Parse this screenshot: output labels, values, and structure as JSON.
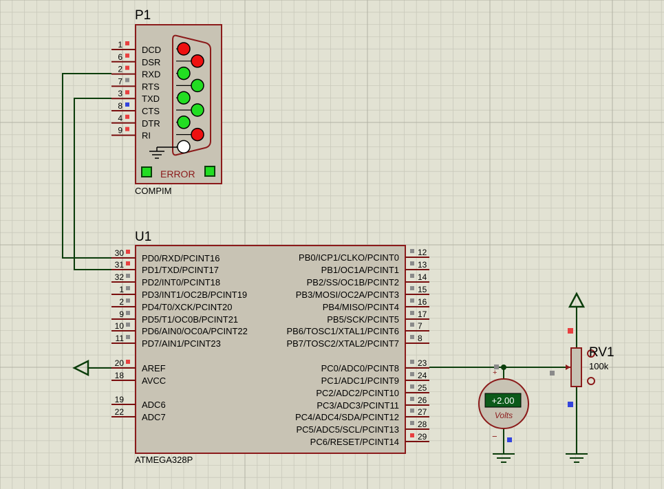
{
  "p1": {
    "ref": "P1",
    "part": "COMPIM",
    "error_label": "ERROR",
    "pins": [
      {
        "num": "1",
        "name": "DCD",
        "led": "red",
        "marker": "red"
      },
      {
        "num": "6",
        "name": "DSR",
        "led": "red",
        "marker": "red"
      },
      {
        "num": "2",
        "name": "RXD",
        "led": "green",
        "marker": "red"
      },
      {
        "num": "7",
        "name": "RTS",
        "led": "green",
        "marker": "gray"
      },
      {
        "num": "3",
        "name": "TXD",
        "led": "green",
        "marker": "red"
      },
      {
        "num": "8",
        "name": "CTS",
        "led": "green",
        "marker": "blue"
      },
      {
        "num": "4",
        "name": "DTR",
        "led": "green",
        "marker": "red"
      },
      {
        "num": "9",
        "name": "RI",
        "led": "red",
        "marker": "red"
      }
    ],
    "extra_led": "off"
  },
  "u1": {
    "ref": "U1",
    "part": "ATMEGA328P",
    "left_pins": [
      {
        "num": "30",
        "name": "PD0/RXD/PCINT16",
        "marker": "red"
      },
      {
        "num": "31",
        "name": "PD1/TXD/PCINT17",
        "marker": "red"
      },
      {
        "num": "32",
        "name": "PD2/INT0/PCINT18",
        "marker": "gray"
      },
      {
        "num": "1",
        "name": "PD3/INT1/OC2B/PCINT19",
        "marker": "gray"
      },
      {
        "num": "2",
        "name": "PD4/T0/XCK/PCINT20",
        "marker": "gray"
      },
      {
        "num": "9",
        "name": "PD5/T1/OC0B/PCINT21",
        "marker": "gray"
      },
      {
        "num": "10",
        "name": "PD6/AIN0/OC0A/PCINT22",
        "marker": "gray"
      },
      {
        "num": "11",
        "name": "PD7/AIN1/PCINT23",
        "marker": "gray"
      },
      {
        "num": "20",
        "name": "AREF",
        "marker": "red"
      },
      {
        "num": "18",
        "name": "AVCC",
        "marker": "none"
      },
      {
        "num": "19",
        "name": "ADC6",
        "marker": "none"
      },
      {
        "num": "22",
        "name": "ADC7",
        "marker": "none"
      }
    ],
    "right_pins": [
      {
        "num": "12",
        "name": "PB0/ICP1/CLKO/PCINT0",
        "marker": "gray"
      },
      {
        "num": "13",
        "name": "PB1/OC1A/PCINT1",
        "marker": "gray"
      },
      {
        "num": "14",
        "name": "PB2/SS/OC1B/PCINT2",
        "marker": "gray"
      },
      {
        "num": "15",
        "name": "PB3/MOSI/OC2A/PCINT3",
        "marker": "gray"
      },
      {
        "num": "16",
        "name": "PB4/MISO/PCINT4",
        "marker": "gray"
      },
      {
        "num": "17",
        "name": "PB5/SCK/PCINT5",
        "marker": "gray"
      },
      {
        "num": "7",
        "name": "PB6/TOSC1/XTAL1/PCINT6",
        "marker": "gray"
      },
      {
        "num": "8",
        "name": "PB7/TOSC2/XTAL2/PCINT7",
        "marker": "gray"
      },
      {
        "num": "23",
        "name": "PC0/ADC0/PCINT8",
        "marker": "gray"
      },
      {
        "num": "24",
        "name": "PC1/ADC1/PCINT9",
        "marker": "gray"
      },
      {
        "num": "25",
        "name": "PC2/ADC2/PCINT10",
        "marker": "gray"
      },
      {
        "num": "26",
        "name": "PC3/ADC3/PCINT11",
        "marker": "gray"
      },
      {
        "num": "27",
        "name": "PC4/ADC4/SDA/PCINT12",
        "marker": "gray"
      },
      {
        "num": "28",
        "name": "PC5/ADC5/SCL/PCINT13",
        "marker": "gray"
      },
      {
        "num": "29",
        "name": "PC6/RESET/PCINT14",
        "marker": "red"
      }
    ]
  },
  "rv1": {
    "ref": "RV1",
    "value": "100k"
  },
  "voltmeter": {
    "reading": "+2.00",
    "unit": "Volts",
    "plus": "+",
    "minus": "−"
  },
  "colors": {
    "background": "#e2e2d3",
    "grid_minor": "#c9c9bb",
    "grid_major": "#b2b2a4",
    "wire": "#0b3d0b",
    "component_body": "#c8c3b4",
    "component_border": "#8b1a1a",
    "pin_line": "#7a0f0f",
    "text": "#000000",
    "label_red": "#8b1a1a",
    "led_red": "#ee1111",
    "led_green": "#22dd22",
    "marker_red": "#e84040",
    "marker_gray": "#8a8a8a",
    "marker_blue": "#3344dd",
    "display_bg": "#0c5a1a",
    "display_fg": "#ffffff"
  }
}
